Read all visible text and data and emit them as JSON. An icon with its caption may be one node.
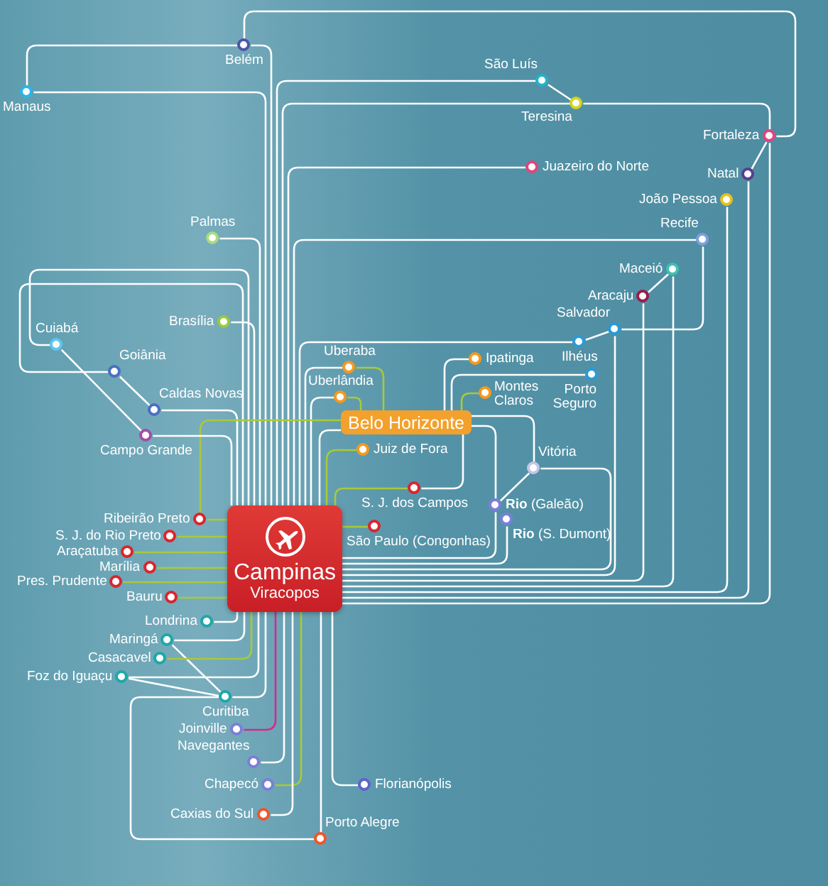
{
  "diagram": {
    "nodes": [
      {
        "text": [],
        "shape": "circle",
        "beside": [
          "Belém"
        ]
      },
      {
        "text": [],
        "shape": "circle",
        "beside": [
          "São Luís"
        ]
      },
      {
        "text": [],
        "shape": "circle",
        "beside": [
          "Manaus"
        ]
      },
      {
        "text": [],
        "shape": "circle",
        "beside": [
          "Teresina"
        ]
      },
      {
        "text": [],
        "shape": "circle",
        "beside": [
          "Fortaleza"
        ]
      },
      {
        "text": [],
        "shape": "circle",
        "beside": [
          "Juazeiro do Norte"
        ]
      },
      {
        "text": [],
        "shape": "circle",
        "beside": [
          "Natal"
        ]
      },
      {
        "text": [],
        "shape": "circle",
        "beside": [
          "João Pessoa"
        ]
      },
      {
        "text": [],
        "shape": "circle",
        "beside": [
          "Palmas"
        ]
      },
      {
        "text": [],
        "shape": "circle",
        "beside": [
          "Recife"
        ]
      },
      {
        "text": [],
        "shape": "circle",
        "beside": [
          "Maceió"
        ]
      },
      {
        "text": [],
        "shape": "circle",
        "beside": [
          "Aracaju"
        ]
      },
      {
        "text": [],
        "shape": "circle",
        "beside": [
          "Brasília"
        ]
      },
      {
        "text": [],
        "shape": "circle",
        "beside": [
          "Salvador"
        ]
      },
      {
        "text": [],
        "shape": "circle",
        "beside": [
          "Cuiabá"
        ]
      },
      {
        "text": [],
        "shape": "circle",
        "beside": [
          "Ilhéus"
        ]
      },
      {
        "text": [],
        "shape": "circle",
        "beside": [
          "Ipatinga"
        ]
      },
      {
        "text": [],
        "shape": "circle",
        "beside": [
          "Uberaba"
        ]
      },
      {
        "text": [],
        "shape": "circle",
        "beside": [
          "Goiânia"
        ]
      },
      {
        "text": [],
        "shape": "circle",
        "beside": [
          "Porto Seguro"
        ]
      },
      {
        "text": [],
        "shape": "circle",
        "beside": [
          "Montes Claros"
        ]
      },
      {
        "text": [],
        "shape": "circle",
        "beside": [
          "Uberlândia"
        ]
      },
      {
        "text": [],
        "shape": "circle",
        "beside": [
          "Caldas Novas"
        ]
      },
      {
        "text": [
          "Belo Horizonte"
        ]
      },
      {
        "text": [],
        "shape": "circle",
        "beside": [
          "Campo Grande"
        ]
      },
      {
        "text": [],
        "shape": "circle",
        "beside": [
          "Juiz de Fora"
        ]
      },
      {
        "text": [],
        "shape": "circle",
        "beside": [
          "Vitória"
        ]
      },
      {
        "text": [],
        "shape": "circle",
        "beside": [
          "S. J. dos Campos"
        ]
      },
      {
        "text": [
          "Campinas",
          "Viracopos"
        ]
      },
      {
        "text": [],
        "shape": "circle",
        "beside": [
          "**Rio** (Galeão)"
        ]
      },
      {
        "text": [],
        "shape": "circle",
        "beside": [
          "Ribeirão Preto"
        ]
      },
      {
        "text": [],
        "shape": "circle",
        "beside": [
          "**Rio** (S. Dumont)"
        ]
      },
      {
        "text": [],
        "shape": "circle",
        "beside": [
          "São Paulo (Congonhas)"
        ]
      },
      {
        "text": [],
        "shape": "circle",
        "beside": [
          "S. J. do Rio Preto"
        ]
      },
      {
        "text": [],
        "shape": "circle",
        "beside": [
          "Araçatuba"
        ]
      },
      {
        "text": [],
        "shape": "circle",
        "beside": [
          "Marília"
        ]
      },
      {
        "text": [],
        "shape": "circle",
        "beside": [
          "Pres. Prudente"
        ]
      },
      {
        "text": [],
        "shape": "circle",
        "beside": [
          "Bauru"
        ]
      },
      {
        "text": [],
        "shape": "circle",
        "beside": [
          "Londrina"
        ]
      },
      {
        "text": [],
        "shape": "circle",
        "beside": [
          "Maringá"
        ]
      },
      {
        "text": [],
        "shape": "circle",
        "beside": [
          "Casacavel"
        ]
      },
      {
        "text": [],
        "shape": "circle",
        "beside": [
          "Foz do Iguaçu"
        ]
      },
      {
        "text": [],
        "shape": "circle",
        "beside": [
          "Curitiba"
        ]
      },
      {
        "text": [],
        "shape": "circle",
        "beside": [
          "Joinville"
        ]
      },
      {
        "text": [],
        "shape": "circle",
        "beside": [
          "Navegantes"
        ]
      },
      {
        "text": [],
        "shape": "circle",
        "beside": [
          "Chapecó"
        ]
      },
      {
        "text": [],
        "shape": "circle",
        "beside": [
          "Florianópolis"
        ]
      },
      {
        "text": [],
        "shape": "circle",
        "beside": [
          "Caxias do Sul"
        ]
      },
      {
        "text": [],
        "shape": "circle",
        "beside": [
          "Porto Alegre"
        ]
      }
    ],
    "edges": [
      {
        "from": 2,
        "to": 0,
        "arrow": "none"
      },
      {
        "from": 2,
        "to": 28,
        "arrow": "none"
      },
      {
        "from": 0,
        "to": 28,
        "arrow": "none"
      },
      {
        "from": 0,
        "to": 4,
        "arrow": "none"
      },
      {
        "from": 1,
        "to": 3,
        "arrow": "none"
      },
      {
        "from": 1,
        "to": 28,
        "arrow": "none"
      },
      {
        "from": 3,
        "to": 28,
        "arrow": "none"
      },
      {
        "from": 3,
        "to": 4,
        "arrow": "none"
      },
      {
        "from": 4,
        "to": 6,
        "arrow": "none"
      },
      {
        "from": 4,
        "to": 28,
        "arrow": "none"
      },
      {
        "from": 5,
        "to": 28,
        "arrow": "none"
      },
      {
        "from": 6,
        "to": 28,
        "arrow": "none"
      },
      {
        "from": 7,
        "to": 28,
        "arrow": "none"
      },
      {
        "from": 8,
        "to": 28,
        "arrow": "none"
      },
      {
        "from": 9,
        "to": 13,
        "arrow": "none"
      },
      {
        "from": 9,
        "to": 28,
        "arrow": "none"
      },
      {
        "from": 10,
        "to": 11,
        "arrow": "none"
      },
      {
        "from": 10,
        "to": 28,
        "arrow": "none"
      },
      {
        "from": 11,
        "to": 28,
        "arrow": "none"
      },
      {
        "from": 12,
        "to": 28,
        "arrow": "none"
      },
      {
        "from": 13,
        "to": 15,
        "arrow": "none"
      },
      {
        "from": 13,
        "to": 28,
        "arrow": "none"
      },
      {
        "from": 14,
        "to": 24,
        "arrow": "none"
      },
      {
        "from": 14,
        "to": 28,
        "arrow": "none"
      },
      {
        "from": 15,
        "to": 28,
        "arrow": "none"
      },
      {
        "from": 16,
        "to": 23,
        "arrow": "none"
      },
      {
        "from": 17,
        "to": 28,
        "arrow": "none"
      },
      {
        "from": 17,
        "to": 23,
        "arrow": "none",
        "color": "#a9c939"
      },
      {
        "from": 18,
        "to": 22,
        "arrow": "none"
      },
      {
        "from": 18,
        "to": 28,
        "arrow": "none"
      },
      {
        "from": 19,
        "to": 23,
        "arrow": "none"
      },
      {
        "from": 20,
        "to": 23,
        "arrow": "none",
        "color": "#a9c939"
      },
      {
        "from": 21,
        "to": 28,
        "arrow": "none"
      },
      {
        "from": 21,
        "to": 23,
        "arrow": "none",
        "color": "#a9c939"
      },
      {
        "from": 22,
        "to": 28,
        "arrow": "none"
      },
      {
        "from": 23,
        "to": 28,
        "arrow": "none"
      },
      {
        "from": 23,
        "to": 26,
        "arrow": "none"
      },
      {
        "from": 23,
        "to": 30,
        "arrow": "none",
        "color": "#a9c939"
      },
      {
        "from": 24,
        "to": 28,
        "arrow": "none"
      },
      {
        "from": 25,
        "to": 28,
        "arrow": "none",
        "color": "#a9c939"
      },
      {
        "from": 26,
        "to": 29,
        "arrow": "none"
      },
      {
        "from": 26,
        "to": 28,
        "arrow": "none"
      },
      {
        "from": 27,
        "to": 28,
        "arrow": "none",
        "color": "#a9c939"
      },
      {
        "from": 27,
        "to": 23,
        "arrow": "none"
      },
      {
        "from": 29,
        "to": 28,
        "arrow": "none"
      },
      {
        "from": 29,
        "to": 23,
        "arrow": "none"
      },
      {
        "from": 30,
        "to": 28,
        "arrow": "none",
        "color": "#a9c939"
      },
      {
        "from": 31,
        "to": 28,
        "arrow": "none"
      },
      {
        "from": 32,
        "to": 28,
        "arrow": "none",
        "color": "#a9c939"
      },
      {
        "from": 33,
        "to": 28,
        "arrow": "none",
        "color": "#a9c939"
      },
      {
        "from": 34,
        "to": 28,
        "arrow": "none",
        "color": "#a9c939"
      },
      {
        "from": 35,
        "to": 28,
        "arrow": "none",
        "color": "#a9c939"
      },
      {
        "from": 36,
        "to": 28,
        "arrow": "none",
        "color": "#a9c939"
      },
      {
        "from": 37,
        "to": 28,
        "arrow": "none",
        "color": "#a9c939"
      },
      {
        "from": 38,
        "to": 28,
        "arrow": "none"
      },
      {
        "from": 39,
        "to": 28,
        "arrow": "none"
      },
      {
        "from": 39,
        "to": 42,
        "arrow": "none"
      },
      {
        "from": 40,
        "to": 28,
        "arrow": "none",
        "color": "#a9c939"
      },
      {
        "from": 41,
        "to": 28,
        "arrow": "none"
      },
      {
        "from": 41,
        "to": 42,
        "arrow": "none"
      },
      {
        "from": 42,
        "to": 28,
        "arrow": "none"
      },
      {
        "from": 42,
        "to": 48,
        "arrow": "none"
      },
      {
        "from": 43,
        "to": 28,
        "arrow": "none",
        "color": "#d42a8f"
      },
      {
        "from": 44,
        "to": 28,
        "arrow": "none"
      },
      {
        "from": 45,
        "to": 28,
        "arrow": "none",
        "color": "#a9c939"
      },
      {
        "from": 46,
        "to": 28,
        "arrow": "none"
      },
      {
        "from": 47,
        "to": 28,
        "arrow": "none"
      },
      {
        "from": 48,
        "to": 28,
        "arrow": "none"
      }
    ]
  }
}
